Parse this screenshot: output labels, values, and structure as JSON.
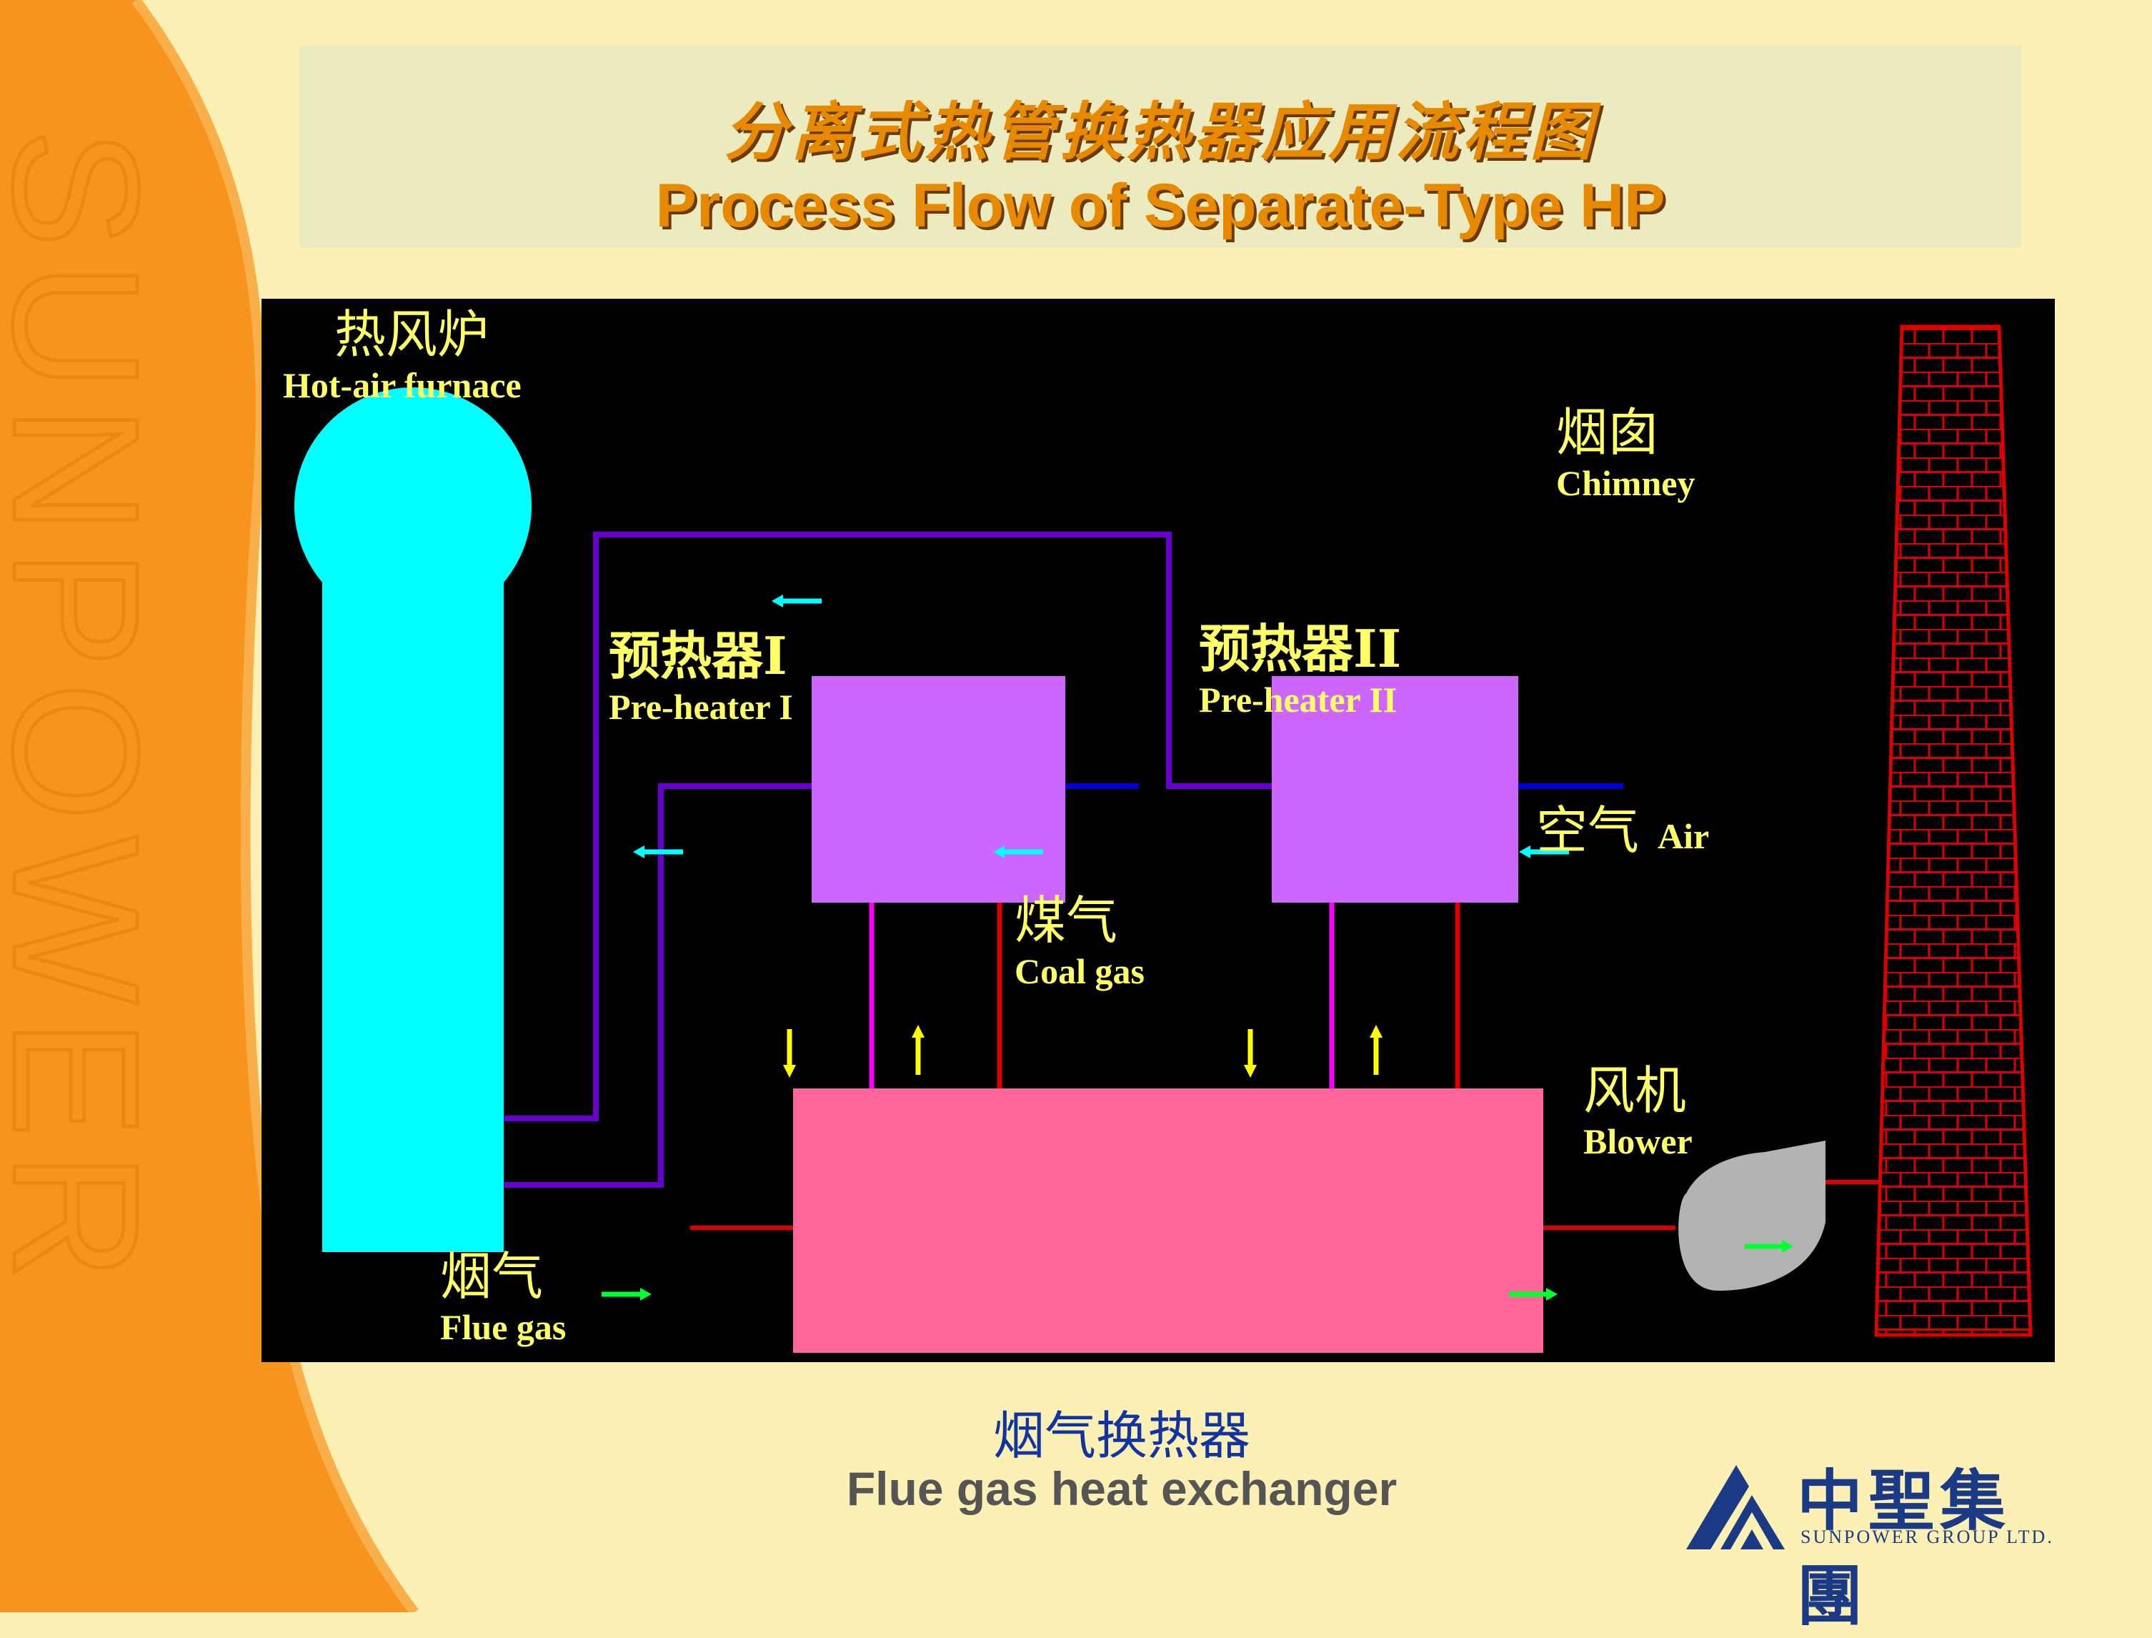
{
  "slide": {
    "title_cn": "分离式热管换热器应用流程图",
    "title_en": "Process  Flow of Separate-Type HP",
    "watermark": "SUNPOWER"
  },
  "diagram": {
    "hot_air_furnace": {
      "cn": "热风炉",
      "en": "Hot-air furnace"
    },
    "chimney": {
      "cn": "烟囱",
      "en": "Chimney"
    },
    "preheater_1": {
      "cn": "预热器I",
      "en": "Pre-heater I"
    },
    "preheater_2": {
      "cn": "预热器II",
      "en": "Pre-heater II"
    },
    "coal_gas": {
      "cn": "煤气",
      "en": "Coal gas"
    },
    "air": {
      "cn": "空气",
      "en": "Air"
    },
    "blower": {
      "cn": "风机",
      "en": "Blower"
    },
    "flue_gas": {
      "cn": "烟气",
      "en": "Flue gas"
    }
  },
  "caption": {
    "cn": "烟气换热器",
    "en": "Flue gas heat exchanger"
  },
  "logo": {
    "cn": "中聖集團",
    "en": "SUNPOWER GROUP LTD."
  },
  "colors": {
    "background": "#fcf0b4",
    "orange_band": "#f7941d",
    "diagram_bg": "#000000",
    "furnace": "#00ffff",
    "preheater": "#cc66ff",
    "exchanger": "#ff6699",
    "coal_gas_pipe": "#6600cc",
    "air_pipe": "#0000cc",
    "heat_pipe_magenta": "#ff00ff",
    "heat_pipe_red": "#dd0000",
    "chimney": "#dd0000",
    "blower": "#b3b3b3",
    "label": "#ffff66",
    "arrow_cyan": "#00ffff",
    "arrow_yellow": "#ffff00",
    "arrow_green": "#00ff33"
  }
}
